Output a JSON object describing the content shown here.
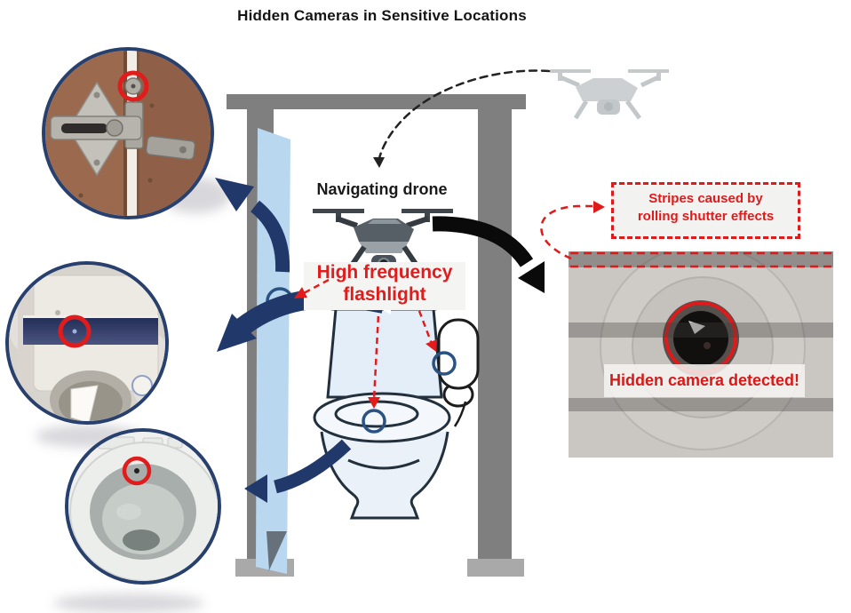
{
  "labels": {
    "title": "Hidden Cameras in Sensitive Locations",
    "navigating_drone": "Navigating drone",
    "flashlight_line1": "High frequency",
    "flashlight_line2": "flashlight",
    "stripes_line1": "Stripes caused by",
    "stripes_line2": "rolling shutter effects",
    "detected": "Hidden camera detected!"
  },
  "colors": {
    "accent_red": "#e01c1c",
    "navy_arrow": "#21386b",
    "marker_blue": "#2a5283",
    "inset_border_navy": "#28406e",
    "frame_gray": "#7f7f7f",
    "frame_base_gray": "#a9a9a9",
    "door_panel_blue": "#b9d7ef",
    "drone_body_gray": "#59626a",
    "faded_drone_gray": "#ccd0d2",
    "photo_background": "#cac7c3"
  },
  "icons": {
    "navigating_drone": "drone-icon",
    "faded_drone": "faded-drone-icon",
    "toilet": "toilet-icon",
    "paper_holder": "paper-holder-icon",
    "door_panel": "door-panel-shape",
    "camera_markers": "camera-spot-circle",
    "hidden_camera_lens": "camera-lens-icon"
  },
  "insets": [
    {
      "id": "door-lock",
      "depicts": "stall door latch with hidden camera",
      "marker": "red-circle"
    },
    {
      "id": "paper-dispenser",
      "depicts": "paper dispenser with hidden camera",
      "marker": "red-circle"
    },
    {
      "id": "toilet-bowl",
      "depicts": "toilet bowl with hidden camera",
      "marker": "red-circle"
    }
  ]
}
